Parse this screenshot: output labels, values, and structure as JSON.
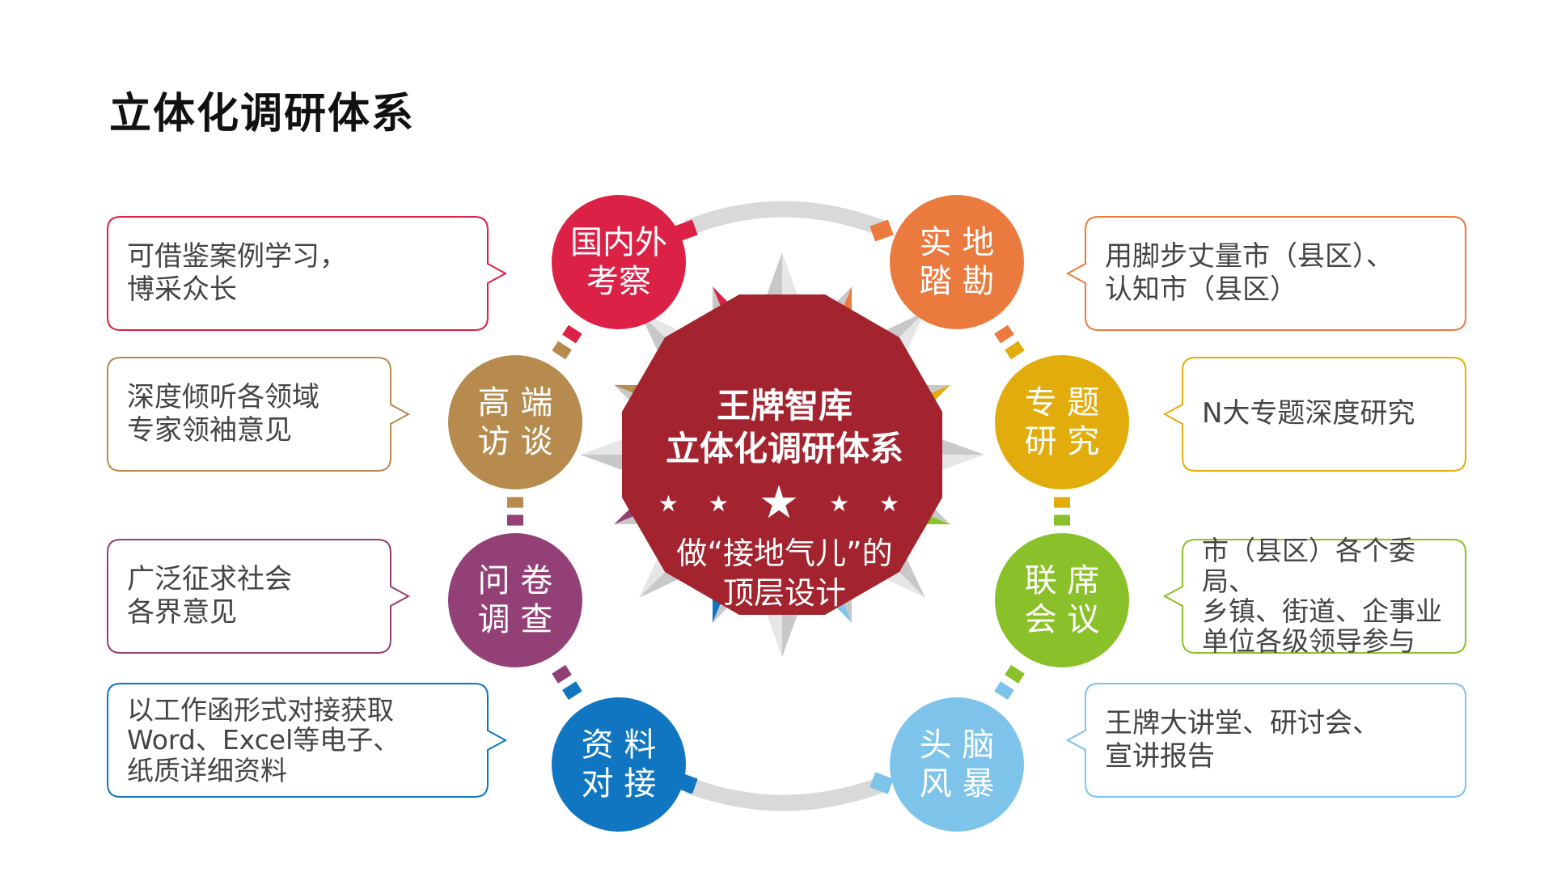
{
  "title": "立体化调研体系",
  "center": {
    "title": "王牌智库\n立体化调研体系",
    "stars": "★ ★",
    "big_star": "★",
    "stars_right": "★ ★",
    "subtitle": "做“接地气儿”的\n顶层设计",
    "color": "#a3242f"
  },
  "nodes": [
    {
      "id": "guoneiwai",
      "label": "国内外\n考察",
      "color": "#dc2146"
    },
    {
      "id": "shidi",
      "label": "实 地\n踏 勘",
      "color": "#ea7a3d"
    },
    {
      "id": "gaoduan",
      "label": "高 端\n访 谈",
      "color": "#b78b4e"
    },
    {
      "id": "zhuanti",
      "label": "专 题\n研 究",
      "color": "#e2ad0c"
    },
    {
      "id": "wenjuan",
      "label": "问 卷\n调 查",
      "color": "#934076"
    },
    {
      "id": "lianxi",
      "label": "联 席\n会 议",
      "color": "#8ac12a"
    },
    {
      "id": "ziliao",
      "label": "资 料\n对 接",
      "color": "#1076c2"
    },
    {
      "id": "tounao",
      "label": "头 脑\n风 暴",
      "color": "#7ec4ea"
    }
  ],
  "callouts": [
    {
      "id": "left-1",
      "text": "可借鉴案例学习，\n博采众长",
      "color": "#dc2146"
    },
    {
      "id": "left-2",
      "text": "深度倾听各领域\n专家领袖意见",
      "color": "#b78b4e"
    },
    {
      "id": "left-3",
      "text": "广泛征求社会\n各界意见",
      "color": "#934076"
    },
    {
      "id": "left-4",
      "text": "以工作函形式对接获取\nWord、Excel等电子、\n纸质详细资料",
      "color": "#1076c2"
    },
    {
      "id": "right-1",
      "text": "用脚步丈量市（县区）、\n认知市（县区）",
      "color": "#ea7a3d"
    },
    {
      "id": "right-2",
      "text": "N大专题深度研究",
      "color": "#e2ad0c"
    },
    {
      "id": "right-3",
      "text": "市（县区）各个委局、\n乡镇、街道、企事业\n单位各级领导参与",
      "color": "#8ac12a"
    },
    {
      "id": "right-4",
      "text": "王牌大讲堂、研讨会、\n宣讲报告",
      "color": "#7ec4ea"
    }
  ],
  "ring_color": "#d9d9d9",
  "spike_color": "#c8c8c8"
}
